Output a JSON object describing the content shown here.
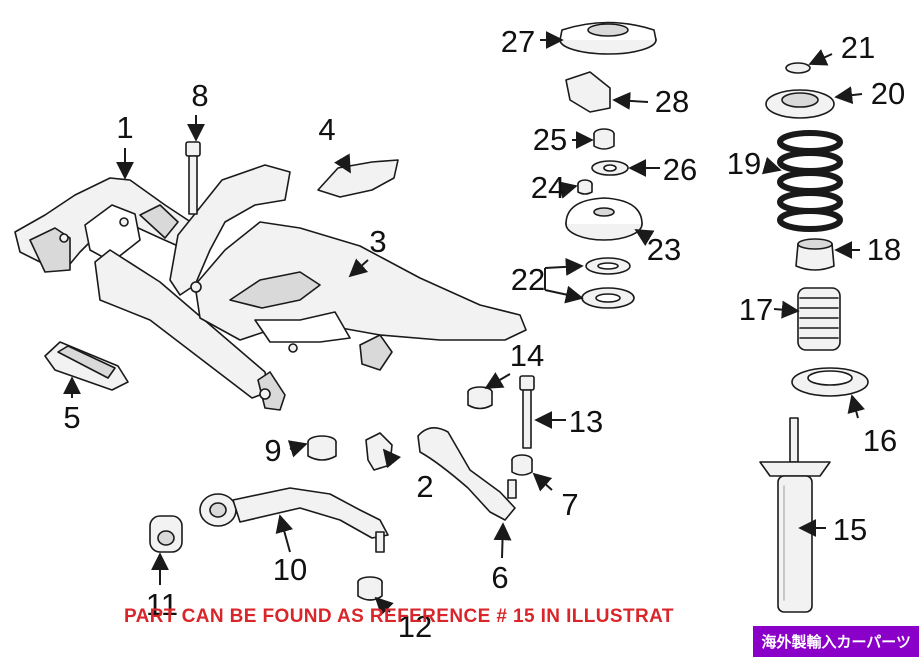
{
  "colors": {
    "line": "#1a1a1a",
    "part_fill": "#f2f2f2",
    "part_shade": "#d9d9d9",
    "notice_text": "#d9262b",
    "badge_bg": "#8b00c9"
  },
  "callouts": [
    "1",
    "2",
    "3",
    "4",
    "5",
    "6",
    "7",
    "8",
    "9",
    "10",
    "11",
    "12",
    "13",
    "14",
    "15",
    "16",
    "17",
    "18",
    "19",
    "20",
    "21",
    "22",
    "23",
    "24",
    "25",
    "26",
    "27",
    "28"
  ],
  "notice": {
    "text": "PART CAN BE FOUND AS REFERENCE # 15 IN ILLUSTRAT"
  },
  "badge": {
    "text": "海外製輸入カーパーツ"
  }
}
